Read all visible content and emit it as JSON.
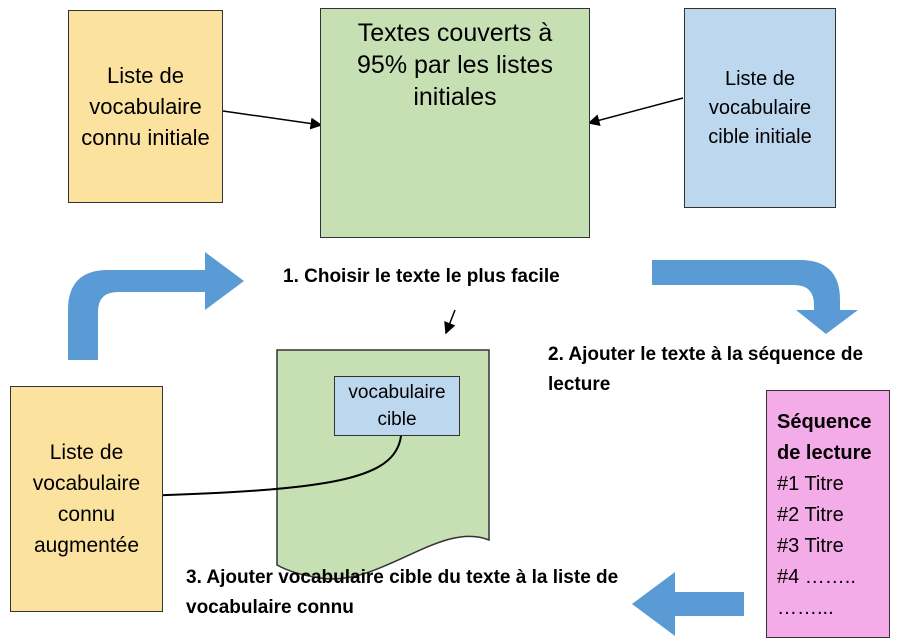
{
  "boxes": {
    "known_initial": {
      "label": "Liste de vocabulaire connu initiale",
      "color": "#FBE29F"
    },
    "texts_covered": {
      "label": "Textes couverts à 95% par les listes initiales",
      "color": "#C6E0B4"
    },
    "target_initial": {
      "label": "Liste de vocabulaire cible initiale",
      "color": "#BDD7EE"
    },
    "known_augmented": {
      "label": "Liste de vocabulaire connu augmentée",
      "color": "#FBE29F"
    },
    "text_target_vocab": {
      "label": "vocabulaire cible",
      "color": "#BDD7EE"
    },
    "reading_sequence": {
      "title": "Séquence de lecture",
      "items": [
        "#1 Titre",
        "#2 Titre",
        "#3 Titre",
        "#4 ……..",
        "……..."
      ],
      "color": "#F4ACE8"
    }
  },
  "steps": {
    "step1": "1. Choisir le texte le plus facile",
    "step2": "2. Ajouter le texte à la séquence de lecture",
    "step3": "3. Ajouter vocabulaire cible du texte à la liste de vocabulaire connu"
  },
  "colors": {
    "arrow_blue": "#5B9BD5",
    "document_green": "#C6E0B4"
  }
}
